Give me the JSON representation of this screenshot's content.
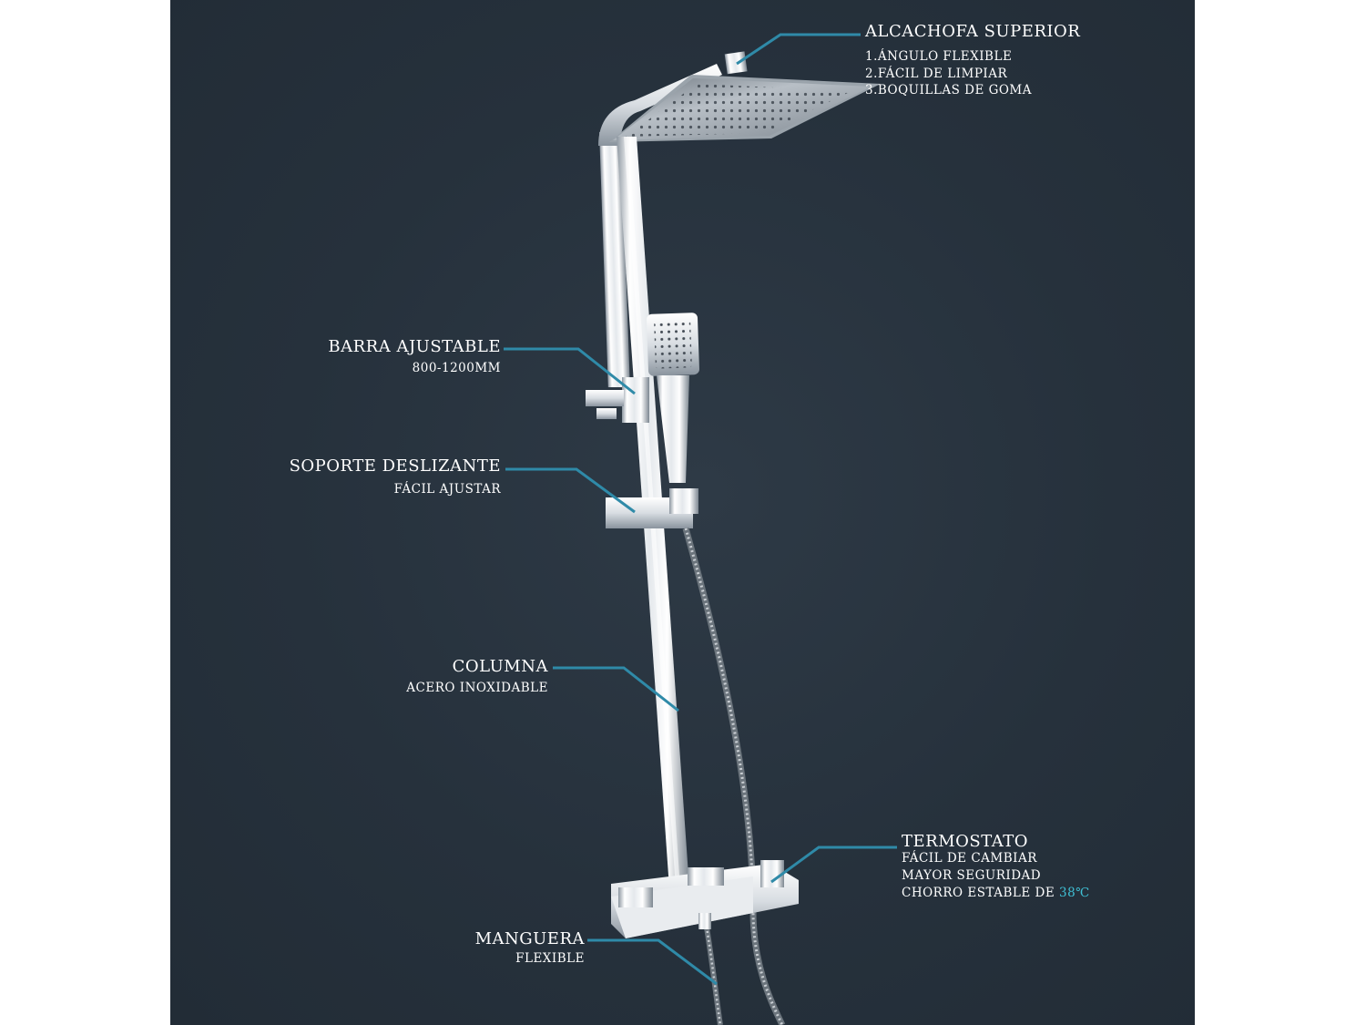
{
  "callouts": {
    "head": {
      "title": "ALCACHOFA SUPERIOR",
      "line1": "1.ÁNGULO FLEXIBLE",
      "line2": "2.FÁCIL DE LIMPIAR",
      "line3": "3.BOQUILLAS DE GOMA"
    },
    "bar": {
      "title": "BARRA AJUSTABLE",
      "sub": "800-1200MM"
    },
    "slider": {
      "title": "SOPORTE DESLIZANTE",
      "sub": "FÁCIL AJUSTAR"
    },
    "column": {
      "title": "COLUMNA",
      "sub": "ACERO INOXIDABLE"
    },
    "thermostat": {
      "title": "TERMOSTATO",
      "line1": "FÁCIL DE CAMBIAR",
      "line2": "MAYOR SEGURIDAD",
      "line3_prefix": "CHORRO ESTABLE DE",
      "line3_value": "38℃"
    },
    "hose": {
      "title": "MANGUERA",
      "sub": "FLEXIBLE"
    }
  },
  "colors": {
    "background": "#26313c",
    "leader_line": "#2f8aa8",
    "accent_text": "#3fc1d6",
    "text": "#ffffff"
  }
}
